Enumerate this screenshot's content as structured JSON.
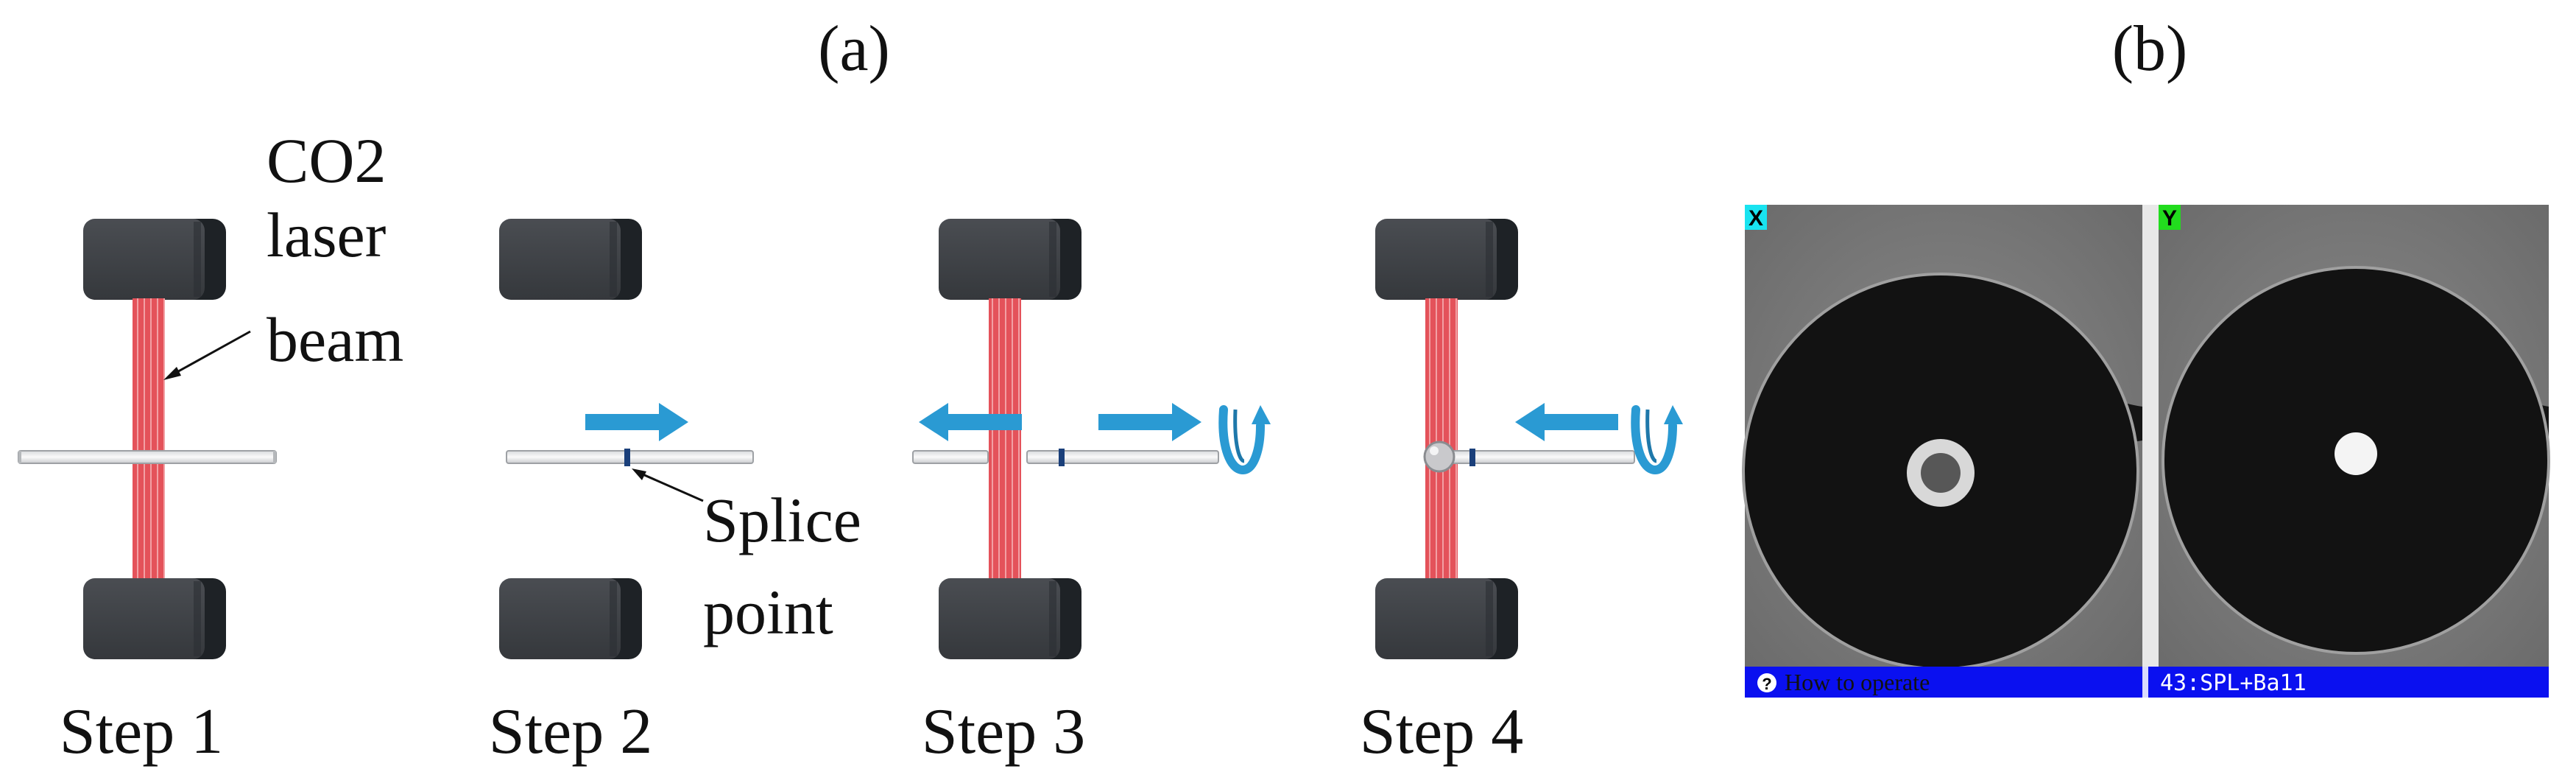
{
  "panel_a": {
    "label": "(a)",
    "annotations": {
      "co2_line1": "CO2",
      "co2_line2": "laser",
      "co2_line3": "beam",
      "splice_line1": "Splice",
      "splice_line2": "point"
    },
    "steps": [
      "Step 1",
      "Step 2",
      "Step 3",
      "Step 4"
    ]
  },
  "panel_b": {
    "label": "(b)",
    "left_view": {
      "tag": "X",
      "status": "How to operate",
      "help_icon": "question-icon"
    },
    "right_view": {
      "tag": "Y",
      "status": "43:SPL+Ba11"
    }
  },
  "colors": {
    "laser": "#e0414a",
    "arrow": "#2a9ad3",
    "block": "#3f4247",
    "status_bar": "#0a10f0",
    "tag_x": "#19e3f0",
    "tag_y": "#22dc1e"
  }
}
